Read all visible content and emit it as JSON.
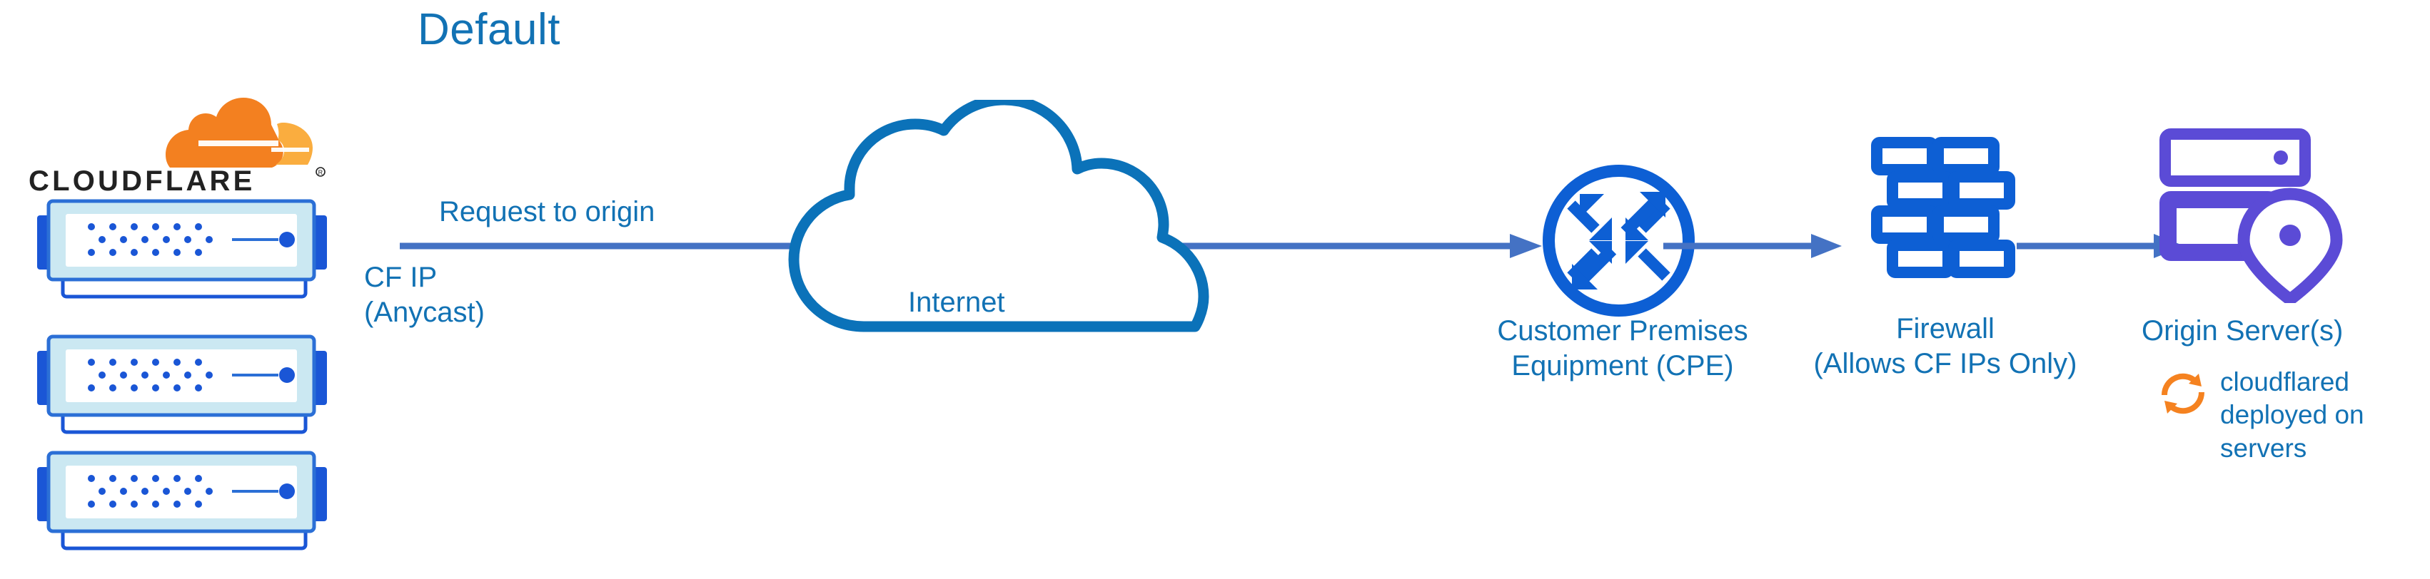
{
  "title": "Default",
  "colors": {
    "title_blue": "#1272b4",
    "label_blue": "#1272b4",
    "arrow_blue": "#4472c4",
    "cloud_outline_blue": "#0b72b9",
    "icon_blue": "#0d5fd4",
    "server_blue": "#1a56d6",
    "origin_purple": "#5b4bd6",
    "cloudflare_orange_dark": "#f38020",
    "cloudflare_orange_light": "#faad3f",
    "wordmark_black": "#222222"
  },
  "brand": {
    "name": "Cloudflare",
    "wordmark": "CLOUDFLARE",
    "registered_mark": "®",
    "logo_icon": "cloudflare-cloud-logo"
  },
  "nodes": [
    {
      "id": "cloudflare-edge",
      "icon": "server-rack-icon",
      "count": 3,
      "label": "",
      "sublabel": "CF IP\n(Anycast)"
    },
    {
      "id": "internet",
      "icon": "cloud-outline-icon",
      "label": "Internet"
    },
    {
      "id": "cpe",
      "icon": "router-four-arrows-icon",
      "label": "Customer Premises\nEquipment (CPE)"
    },
    {
      "id": "firewall",
      "icon": "brick-wall-icon",
      "label": "Firewall\n(Allows CF IPs Only)"
    },
    {
      "id": "origin",
      "icon": "server-stack-pin-icon",
      "label": "Origin Server(s)"
    }
  ],
  "labels": {
    "request_to_origin": "Request to origin",
    "cf_ip": "CF IP\n(Anycast)",
    "internet": "Internet",
    "cpe": "Customer Premises\nEquipment (CPE)",
    "firewall": "Firewall\n(Allows CF IPs Only)",
    "origin_server": "Origin Server(s)",
    "cloudflared": "cloudflared\ndeployed on\nservers"
  },
  "annotations": {
    "cloudflared_icon": "sync-circular-arrows-icon"
  },
  "connectors": [
    {
      "id": "edge-to-cpe",
      "label": "Request to origin",
      "direction": "right",
      "style": "solid-arrow"
    },
    {
      "id": "cpe-to-firewall",
      "label": "",
      "direction": "right",
      "style": "solid-arrow"
    },
    {
      "id": "firewall-to-origin",
      "label": "",
      "direction": "right",
      "style": "solid-arrow"
    }
  ]
}
